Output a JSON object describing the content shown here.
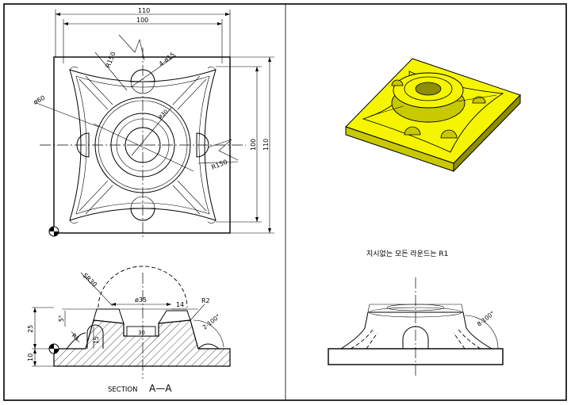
{
  "top_view": {
    "dim_overall_width": "110",
    "dim_inner_width": "100",
    "dim_inner_height": "100",
    "dim_overall_height": "110",
    "label_r150_top": "R150",
    "label_holes": "4-ø15",
    "label_d60": "ø60",
    "label_d30": "ø30",
    "label_r150_right": "R150"
  },
  "iso_view": {
    "note": "지시없는 모든 라운드는 R1"
  },
  "section_view": {
    "label_sr30": "SR30",
    "label_d35": "ø35",
    "label_14": "14",
    "label_r2": "R2",
    "label_angle": "2-100°",
    "label_5deg": "5°",
    "label_25": "25",
    "label_r1": "R1",
    "label_30": "30",
    "label_15": "15",
    "label_10": "10",
    "caption_prefix": "SECTION",
    "caption_letters": "A—A"
  },
  "side_view": {
    "label_angle": "8-100°"
  },
  "colors": {
    "iso_fill": "#f5f500",
    "iso_shadow": "#c9c900",
    "iso_dark": "#8e8e00"
  }
}
